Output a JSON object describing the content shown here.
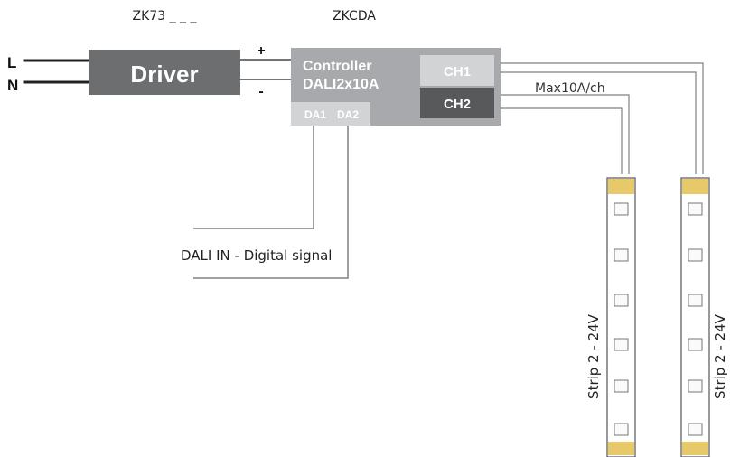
{
  "labels": {
    "driver_code": "ZK73 _ _ _",
    "controller_code": "ZKCDA",
    "line": "L",
    "neutral": "N",
    "plus": "+",
    "minus": "-",
    "driver": "Driver",
    "controller_line1": "Controller",
    "controller_line2": "DALI2x10A",
    "da1": "DA1",
    "da2": "DA2",
    "ch1": "CH1",
    "ch2": "CH2",
    "max_current": "Max10A/ch",
    "dali_in": "DALI IN - Digital signal",
    "strip_left": "Strip 2 - 24V",
    "strip_right": "Strip 2 - 24V"
  },
  "colors": {
    "driver_box": "#6d6e70",
    "controller_box": "#a7a9ac",
    "ch1_box": "#d1d3d4",
    "ch2_box": "#58595b",
    "da_box": "#d1d3d4",
    "wire_dark": "#333333",
    "wire_gray": "#808080",
    "strip_connector": "#e8c96a"
  },
  "strips": {
    "count": 2,
    "leds_per_strip": 6
  }
}
